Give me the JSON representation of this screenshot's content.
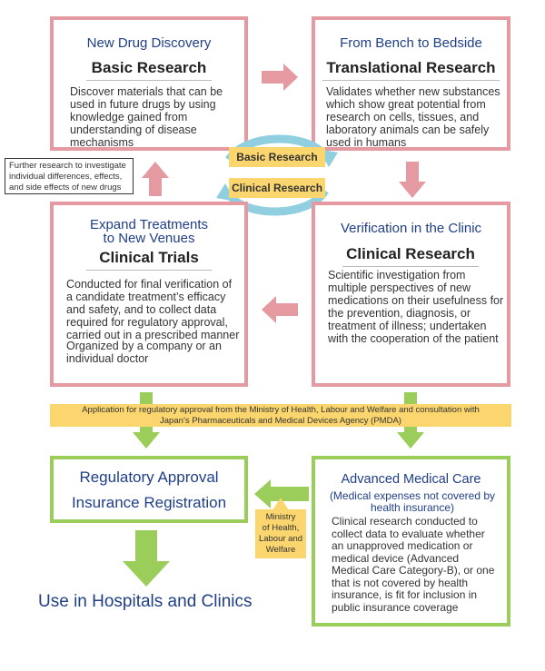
{
  "basic": {
    "subtitle": "New Drug Discovery",
    "title": "Basic Research",
    "desc": "Discover materials that can be used in future drugs by using knowledge gained from understanding of disease mechanisms"
  },
  "translational": {
    "subtitle": "From Bench to Bedside",
    "title": "Translational Research",
    "desc": "Validates whether new substances which show great potential from research on cells, tissues, and laboratory animals can be safely used in humans"
  },
  "cycle": {
    "basic_label": "Basic Research",
    "clinical_label": "Clinical Research"
  },
  "further_note": "Further research to investigate individual differences, effects, and side effects of new drugs",
  "trials": {
    "subtitle_line1": "Expand Treatments",
    "subtitle_line2": "to New Venues",
    "title": "Clinical Trials",
    "desc": "Conducted for final verification of a candidate treatment’s efficacy and safety, and to collect data required for regulatory approval, carried out in a prescribed manner",
    "desc2": "Organized by a company or an individual doctor"
  },
  "clinical": {
    "subtitle": "Verification in the Clinic",
    "title": "Clinical Research",
    "desc": "Scientific investigation from multiple perspectives of new medications on their usefulness for the prevention, diagnosis, or treatment of illness; undertaken with the cooperation of the patient"
  },
  "application_banner": {
    "line1": "Application for regulatory approval from the Ministry of Health, Labour and Welfare and consultation with",
    "line2": "Japan’s Pharmaceuticals and Medical Devices Agency (PMDA)"
  },
  "regulatory": {
    "line1": "Regulatory Approval",
    "line2": "Insurance Registration"
  },
  "ministry": {
    "line1": "Ministry",
    "line2": "of Health,",
    "line3": "Labour and",
    "line4": "Welfare"
  },
  "advanced": {
    "title": "Advanced Medical Care",
    "paren": "(Medical expenses not covered by health insurance)",
    "desc": "Clinical research conducted to collect data to evaluate whether an unapproved medication or medical device (Advanced Medical Care Category-B), or one that is not covered by health insurance, is fit for inclusion in public insurance coverage"
  },
  "bottom_label": "Use in Hospitals and Clinics",
  "colors": {
    "pink": "#e49aa0",
    "green": "#9acd5a",
    "yellow": "#fbd66f",
    "blue_arc": "#8fcfe0",
    "navy_text": "#1f3f86"
  }
}
